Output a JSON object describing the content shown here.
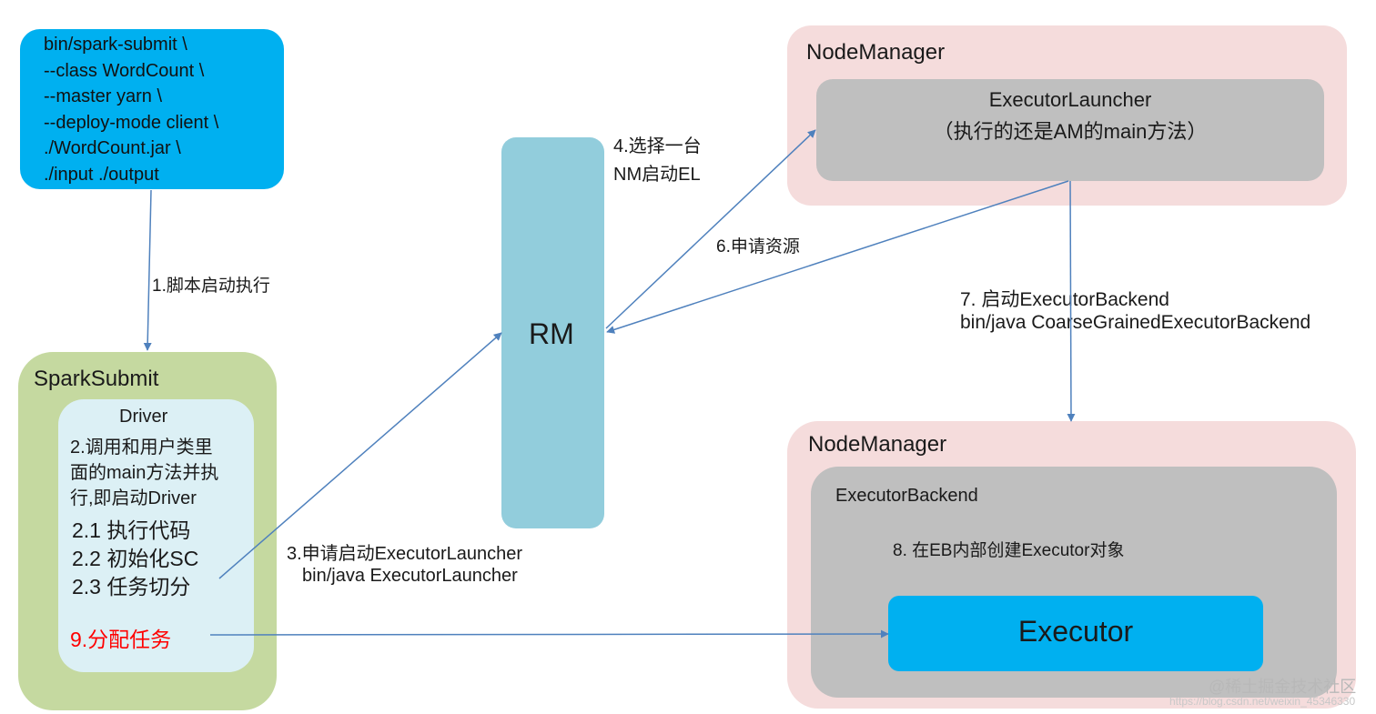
{
  "command": {
    "lines": [
      "bin/spark-submit \\",
      "--class WordCount \\",
      "--master yarn \\",
      "--deploy-mode client \\",
      "./WordCount.jar \\",
      "./input ./output"
    ]
  },
  "spark_submit": {
    "title": "SparkSubmit",
    "driver": {
      "title": "Driver",
      "desc_lines": [
        "2.调用和用户类里",
        "面的main方法并执",
        "行,即启动Driver"
      ],
      "sub_steps": [
        "2.1 执行代码",
        "2.2 初始化SC",
        "2.3 任务切分"
      ],
      "assign_task": "9.分配任务"
    }
  },
  "rm": {
    "label": "RM"
  },
  "node_manager_top": {
    "title": "NodeManager",
    "launcher": {
      "title": "ExecutorLauncher",
      "subtitle": "（执行的还是AM的main方法）"
    }
  },
  "node_manager_bottom": {
    "title": "NodeManager",
    "backend": {
      "title": "ExecutorBackend",
      "note": "8. 在EB内部创建Executor对象"
    },
    "executor": {
      "label": "Executor"
    }
  },
  "steps": {
    "step1": "1.脚本启动执行",
    "step3": [
      "3.申请启动ExecutorLauncher",
      "bin/java ExecutorLauncher"
    ],
    "step4": [
      "4.选择一台",
      "NM启动EL"
    ],
    "step6": "6.申请资源",
    "step7": [
      "7. 启动ExecutorBackend",
      "bin/java CoarseGrainedExecutorBackend"
    ]
  },
  "colors": {
    "command_box": "#00b0f0",
    "spark_submit_box": "#c5d9a0",
    "driver_box": "#dcf0f5",
    "rm_box": "#92cddc",
    "node_manager_box": "#f5dcdc",
    "inner_gray": "#bfbfbf",
    "executor_box": "#00b0f0",
    "arrow": "#4f81bd",
    "highlight_text": "#ff0000"
  },
  "watermark": {
    "line1": "@稀土掘金技术社区",
    "line2": "https://blog.csdn.net/weixin_45346330"
  }
}
